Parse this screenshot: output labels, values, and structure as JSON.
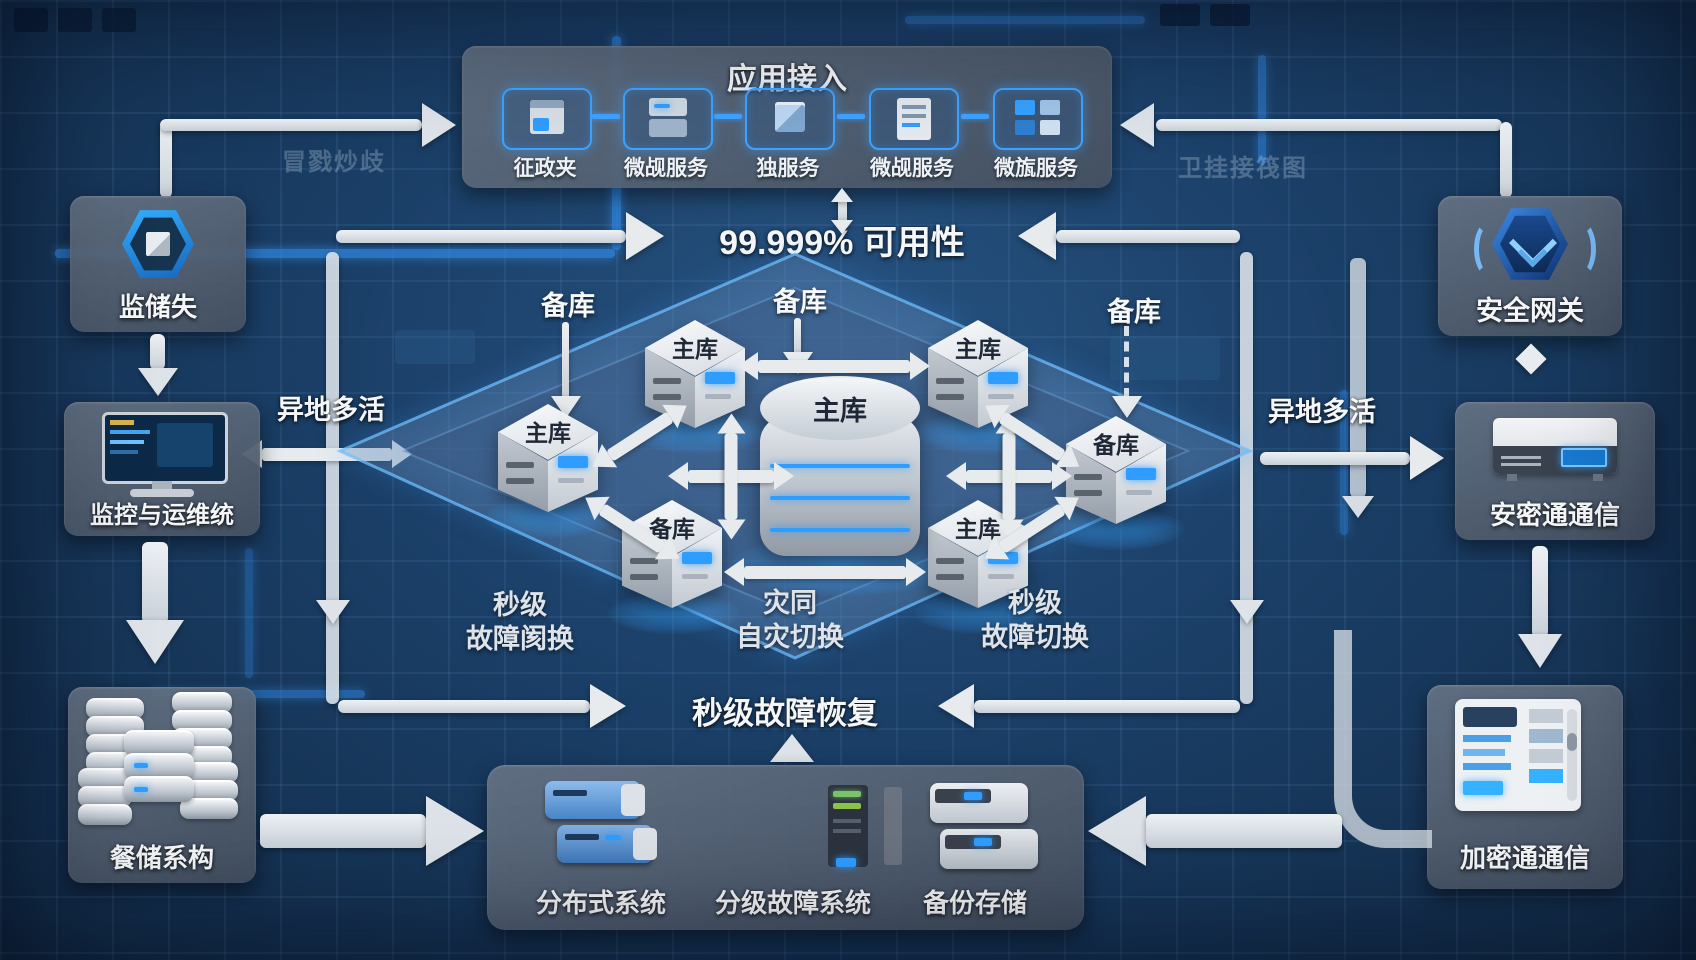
{
  "top_banner": {
    "title": "应用接入",
    "items": [
      {
        "label": "征政夹"
      },
      {
        "label": "微觇服务"
      },
      {
        "label": "独服务"
      },
      {
        "label": "微觇服务"
      },
      {
        "label": "微旊服务"
      }
    ]
  },
  "availability_label": "99.999% 可用性",
  "recovery_label": "秒级故障恢复",
  "geo_left": "异地多活",
  "geo_right": "异地多活",
  "left_column": {
    "hub_label": "监储失",
    "monitoring_label": "监控与运维统",
    "storage_label": "餐储系构"
  },
  "right_column": {
    "gateway_label": "安全网关",
    "secure_comm_label": "安密通通信",
    "encrypted_comm_label": "加密通通信"
  },
  "cluster": {
    "center_db_label": "主库",
    "standby_left": "备库",
    "standby_center": "备库",
    "standby_right": "备库",
    "node_left": "主库",
    "node_top_left": "主库",
    "node_bottom_left": "备库",
    "node_top_right": "主库",
    "node_right": "备库",
    "node_bottom_right": "主库",
    "caption_left_1": "秒级",
    "caption_left_2": "故障阂换",
    "caption_center_1": "灾同",
    "caption_center_2": "自灾切换",
    "caption_right_1": "秒级",
    "caption_right_2": "故障切换"
  },
  "bottom_banner": {
    "items": [
      {
        "label": "分布式系统"
      },
      {
        "label": "分级故障系统"
      },
      {
        "label": "备份存储"
      }
    ]
  },
  "background_text": {
    "left": "冒戮炒歧",
    "right": "卫挂接筏图"
  }
}
